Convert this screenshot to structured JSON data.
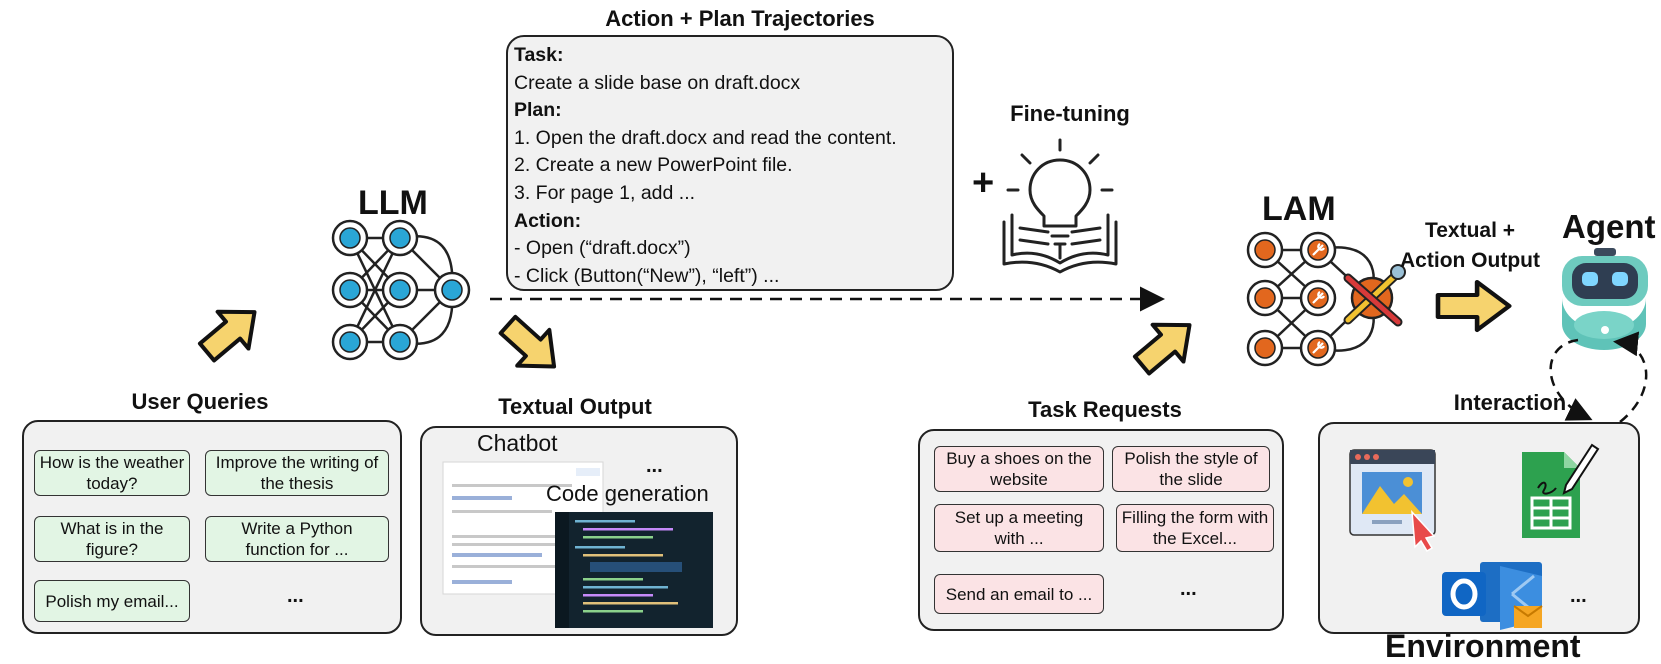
{
  "titles": {
    "trajectories": "Action + Plan Trajectories",
    "fine_tuning": "Fine-tuning",
    "llm": "LLM",
    "lam": "LAM",
    "agent": "Agent",
    "textual_action_line1": "Textual +",
    "textual_action_line2": "Action Output",
    "user_queries": "User Queries",
    "textual_output": "Textual Output",
    "task_requests": "Task Requests",
    "interaction": "Interaction",
    "environment": "Environment",
    "plus": "+"
  },
  "trajectory": {
    "task_label": "Task:",
    "task": "Create a slide base on draft.docx",
    "plan_label": "Plan:",
    "plan": [
      "1. Open the draft.docx and read the content.",
      "2. Create a new PowerPoint file.",
      "3. For page 1, add ..."
    ],
    "action_label": "Action:",
    "actions": [
      "- Open (“draft.docx”)",
      "- Click (Button(“New”), “left”) ..."
    ]
  },
  "user_queries": [
    "How is the weather today?",
    "Improve the writing of the thesis",
    "What is in the figure?",
    "Write a Python function for ...",
    "Polish my email..."
  ],
  "textual_output": {
    "chatbot": "Chatbot",
    "code_generation": "Code generation"
  },
  "task_requests": [
    "Buy a shoes on the website",
    "Polish the style of the slide",
    "Set up a meeting with ...",
    "Filling the form with the Excel...",
    "Send an email to ..."
  ],
  "ellipsis": "...",
  "colors": {
    "llm_node": "#2aa6d6",
    "lam_node": "#e2671e",
    "arrow_fill": "#f6d36e",
    "query_chip": "#e2f5e4",
    "task_chip": "#fbe3e5",
    "panel": "#f1f1f1"
  }
}
